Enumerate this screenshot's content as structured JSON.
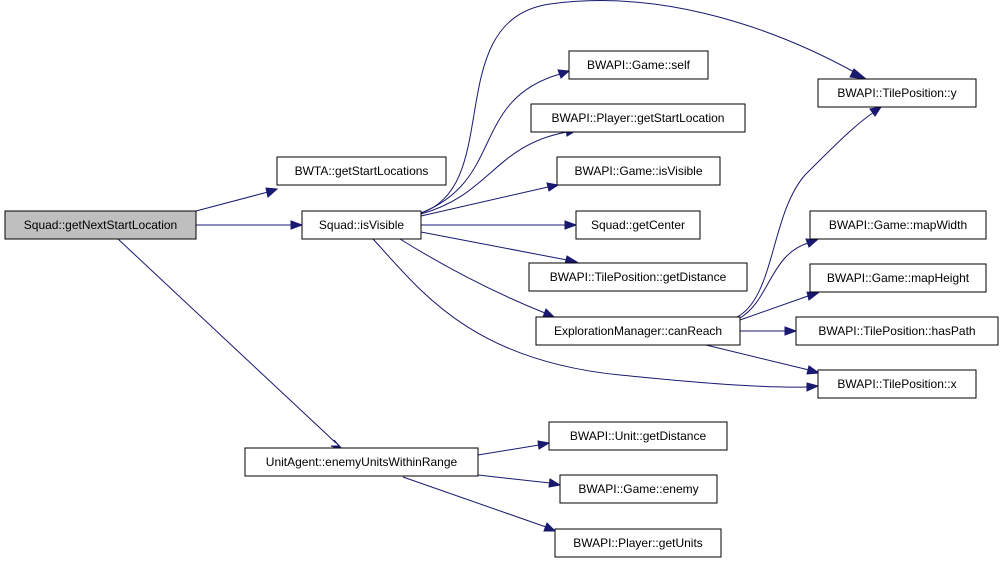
{
  "colors": {
    "edge": "#191970",
    "root_fill": "#bfbfbf",
    "node_fill": "#ffffff",
    "node_border": "#000000"
  },
  "nodes": {
    "root": "Squad::getNextStartLocation",
    "bwta_getStartLocations": "BWTA::getStartLocations",
    "squad_isVisible": "Squad::isVisible",
    "unitAgent_enemyUnitsWithinRange": "UnitAgent::enemyUnitsWithinRange",
    "game_self": "BWAPI::Game::self",
    "player_getStartLocation": "BWAPI::Player::getStartLocation",
    "game_isVisible": "BWAPI::Game::isVisible",
    "squad_getCenter": "Squad::getCenter",
    "tilePosition_getDistance": "BWAPI::TilePosition::getDistance",
    "explorationManager_canReach": "ExplorationManager::canReach",
    "tilePosition_y": "BWAPI::TilePosition::y",
    "game_mapWidth": "BWAPI::Game::mapWidth",
    "game_mapHeight": "BWAPI::Game::mapHeight",
    "tilePosition_hasPath": "BWAPI::TilePosition::hasPath",
    "tilePosition_x": "BWAPI::TilePosition::x",
    "unit_getDistance": "BWAPI::Unit::getDistance",
    "game_enemy": "BWAPI::Game::enemy",
    "player_getUnits": "BWAPI::Player::getUnits"
  }
}
